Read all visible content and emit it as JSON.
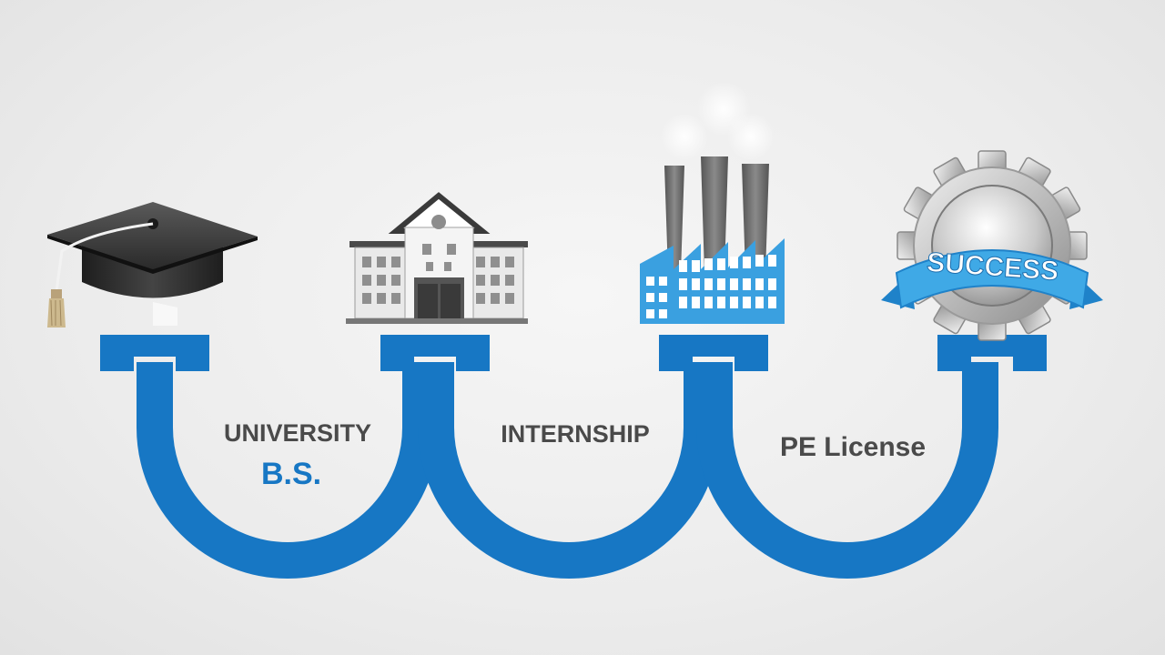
{
  "colors": {
    "pipe_blue": "#1777c4",
    "ribbon_blue": "#3fa9e6",
    "label_gray": "#4a4a4a",
    "accent_blue": "#1777c4"
  },
  "icons": [
    "graduation-cap-icon",
    "university-building-icon",
    "factory-icon",
    "success-gear-icon"
  ],
  "stages": [
    {
      "line1": "UNIVERSITY",
      "line2": "B.S."
    },
    {
      "line1": "INTERNSHIP"
    },
    {
      "line1": "PE License"
    }
  ],
  "badge": {
    "text": "SUCCESS"
  }
}
